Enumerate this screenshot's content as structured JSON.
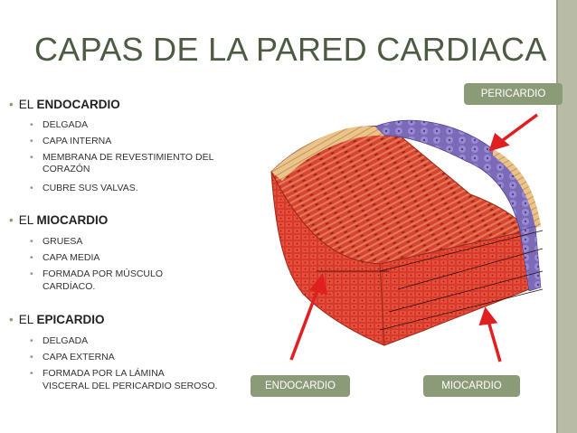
{
  "title": "CAPAS DE  LA PARED CARDIACA",
  "sections": [
    {
      "prefix": "EL ",
      "name": "ENDOCARDIO",
      "items": [
        "DELGADA",
        "CAPA INTERNA",
        "MEMBRANA DE REVESTIMIENTO DEL",
        "CORAZÓN",
        "CUBRE SUS VALVAS."
      ]
    },
    {
      "prefix": "EL ",
      "name": "MIOCARDIO",
      "items": [
        "GRUESA",
        "CAPA MEDIA",
        "FORMADA POR MÚSCULO",
        "CARDÍACO."
      ]
    },
    {
      "prefix": "EL ",
      "name": "EPICARDIO",
      "items": [
        "DELGADA",
        "CAPA EXTERNA",
        "FORMADA POR LA LÁMINA",
        "VISCERAL DEL PERICARDIO SEROSO."
      ]
    }
  ],
  "labels": {
    "pericardio": "PERICARDIO",
    "endocardio": "ENDOCARDIO",
    "miocardio": "MIOCARDIO"
  },
  "colors": {
    "title": "#4d5b43",
    "label_bg": "#8c9b77",
    "arrow": "#e02020",
    "bullet": "#8e9b79"
  }
}
